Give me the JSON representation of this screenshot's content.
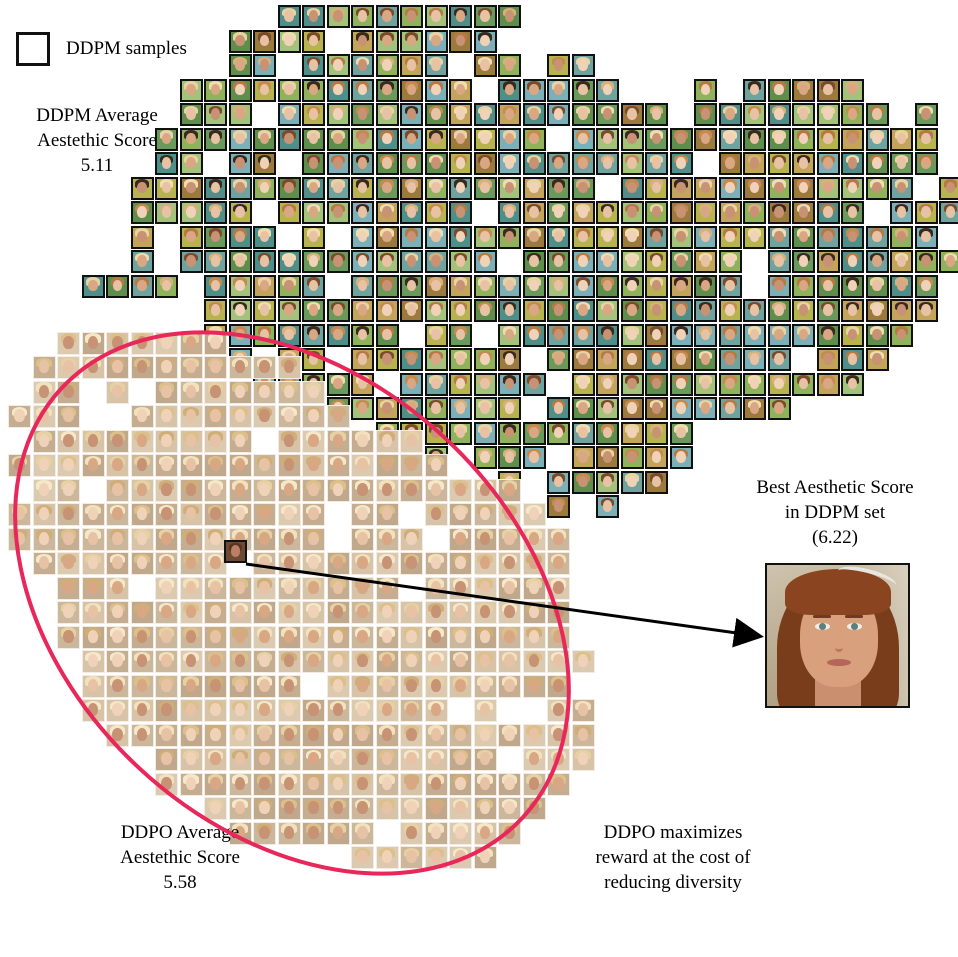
{
  "legend": {
    "label": "DDPM samples"
  },
  "annotations": {
    "ddpm_average": {
      "line1": "DDPM Average",
      "line2": "Aestethic Score",
      "value": "5.11"
    },
    "ddpo_average": {
      "line1": "DDPO Average",
      "line2": "Aestethic Score",
      "value": "5.58"
    },
    "best": {
      "line1": "Best Aesthetic Score",
      "line2": "in DDPM set",
      "value": "(6.22)"
    },
    "ddpo_note": {
      "line1": "DDPO maximizes",
      "line2": "reward at the cost of",
      "line3": "reducing diversity"
    }
  },
  "colors": {
    "ddpo_ellipse": "#e8275a",
    "arrow": "#000000",
    "ddpm_border": "#111111",
    "ddpo_border": "#f4ece2"
  },
  "icons": {
    "legend": "square-outline-icon",
    "best_sample": "portrait-image",
    "highlighted_sample": "portrait-thumbnail"
  }
}
